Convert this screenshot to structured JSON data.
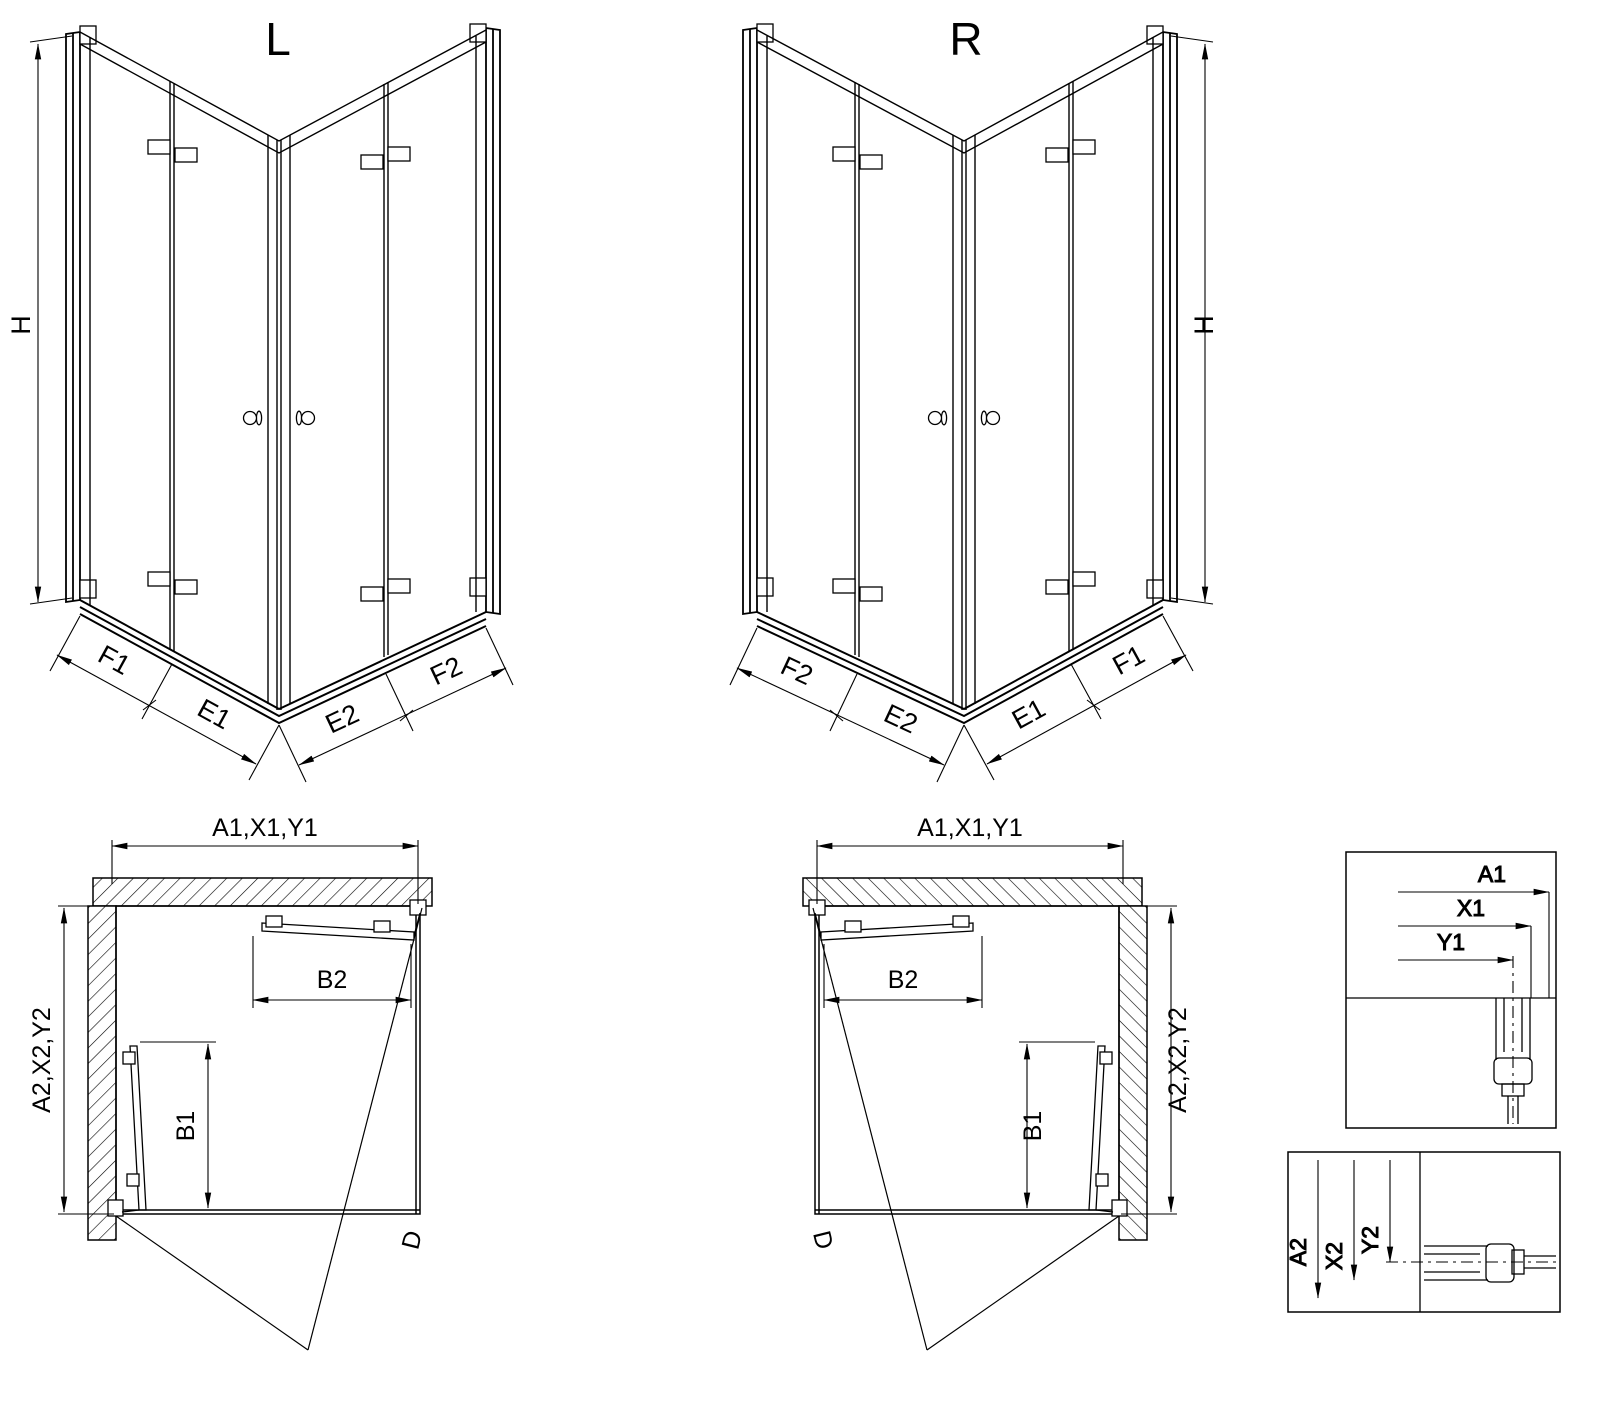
{
  "page": {
    "background": "#ffffff",
    "line_color": "#000000"
  },
  "views": {
    "left_elevation": {
      "label": "L",
      "height_dim": "H",
      "bottom_left_dims": [
        "F1",
        "E1"
      ],
      "bottom_right_dims": [
        "E2",
        "F2"
      ]
    },
    "right_elevation": {
      "label": "R",
      "height_dim": "H",
      "bottom_left_dims": [
        "F2",
        "E2"
      ],
      "bottom_right_dims": [
        "E1",
        "F1"
      ]
    },
    "left_plan": {
      "top_dim": "A1,X1,Y1",
      "side_dim": "A2,X2,Y2",
      "door_top_dim": "B2",
      "door_side_dim": "B1",
      "diagonal_dim": "D"
    },
    "right_plan": {
      "top_dim": "A1,X1,Y1",
      "side_dim": "A2,X2,Y2",
      "door_top_dim": "B2",
      "door_side_dim": "B1",
      "diagonal_dim": "D"
    },
    "detail_horizontal": {
      "dims": [
        "A1",
        "X1",
        "Y1"
      ]
    },
    "detail_vertical": {
      "dims": [
        "A2",
        "X2",
        "Y2"
      ]
    }
  }
}
